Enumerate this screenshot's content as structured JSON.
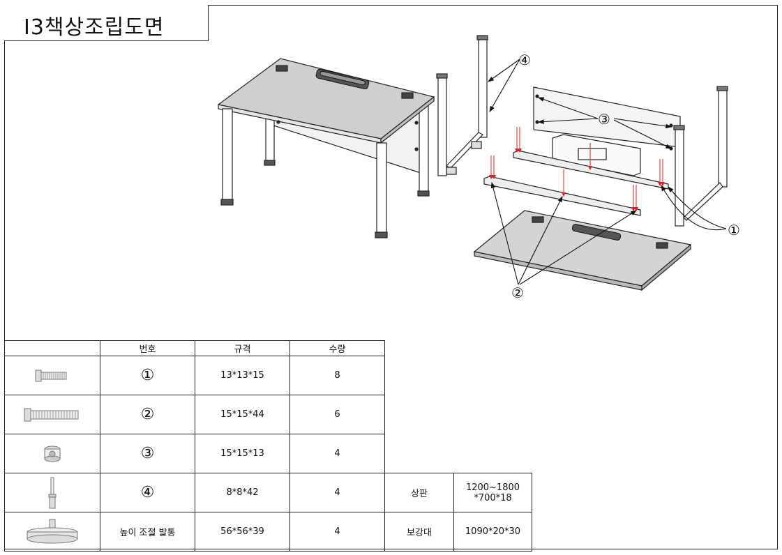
{
  "title": "I3책상조립도면",
  "callouts": {
    "c1": "①",
    "c2": "②",
    "c3": "③",
    "c4": "④"
  },
  "table": {
    "headers": [
      "",
      "번호",
      "규격",
      "수량"
    ],
    "rows": [
      {
        "icon": "short-bolt-icon",
        "number": "①",
        "spec": "13*13*15",
        "qty": "8"
      },
      {
        "icon": "long-bolt-icon",
        "number": "②",
        "spec": "15*15*44",
        "qty": "6"
      },
      {
        "icon": "cam-lock-icon",
        "number": "③",
        "spec": "15*15*13",
        "qty": "4"
      },
      {
        "icon": "dowel-pin-icon",
        "number": "④",
        "spec": "8*8*42",
        "qty": "4"
      },
      {
        "icon": "adjustable-foot-icon",
        "number": "높이 조절 발통",
        "spec": "56*56*39",
        "qty": "4"
      }
    ],
    "extra": [
      {
        "label": "상판",
        "value": "1200~1800\n*700*18"
      },
      {
        "label": "보강대",
        "value": "1090*20*30"
      }
    ]
  },
  "colors": {
    "line": "#222222",
    "panel": "#cfcfcf",
    "arrow": "#e02020"
  }
}
